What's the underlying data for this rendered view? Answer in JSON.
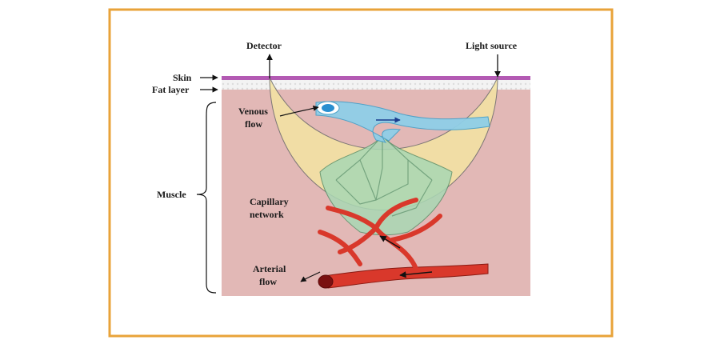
{
  "labels": {
    "detector": "Detector",
    "light_source": "Light source",
    "skin": "Skin",
    "fat_layer": "Fat layer",
    "muscle": "Muscle",
    "venous_line1": "Venous",
    "venous_line2": "flow",
    "capillary_line1": "Capillary",
    "capillary_line2": "network",
    "arterial_line1": "Arterial",
    "arterial_line2": "flow"
  },
  "colors": {
    "frame": "#e8a33a",
    "skin": "#b35ab3",
    "fat": "#eeeeee",
    "muscle": "#e2b8b6",
    "light_path": "#f4e4a3",
    "venous": "#8fcfe8",
    "capillary": "#a9d8b4",
    "arterial": "#d9382b"
  }
}
